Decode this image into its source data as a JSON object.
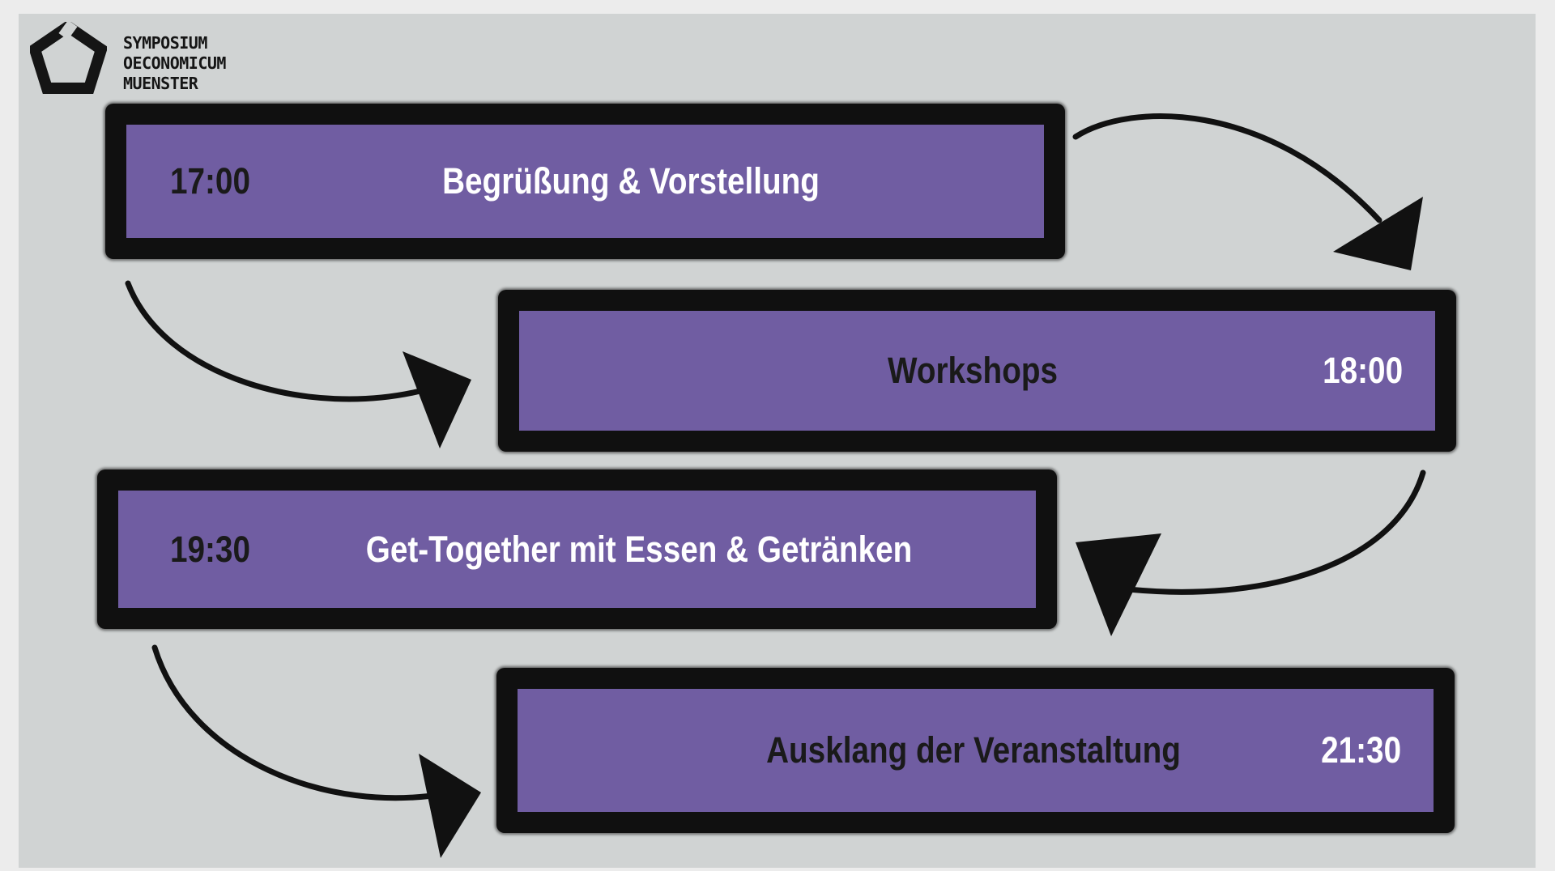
{
  "logo": {
    "lines": [
      "Symposium",
      "Oeconomicum",
      "Muenster"
    ],
    "icon": "pentagon-logo-icon"
  },
  "schedule": [
    {
      "time": "17:00",
      "label": "Begrüßung & Vorstellung"
    },
    {
      "time": "18:00",
      "label": "Workshops"
    },
    {
      "time": "19:30",
      "label": "Get-Together mit Essen & Getränken"
    },
    {
      "time": "21:30",
      "label": "Ausklang der Veranstaltung"
    }
  ],
  "colors": {
    "box_fill": "#705da2",
    "box_border": "#101010",
    "slide_background": "#d0d3d3",
    "arrow": "#111111"
  }
}
